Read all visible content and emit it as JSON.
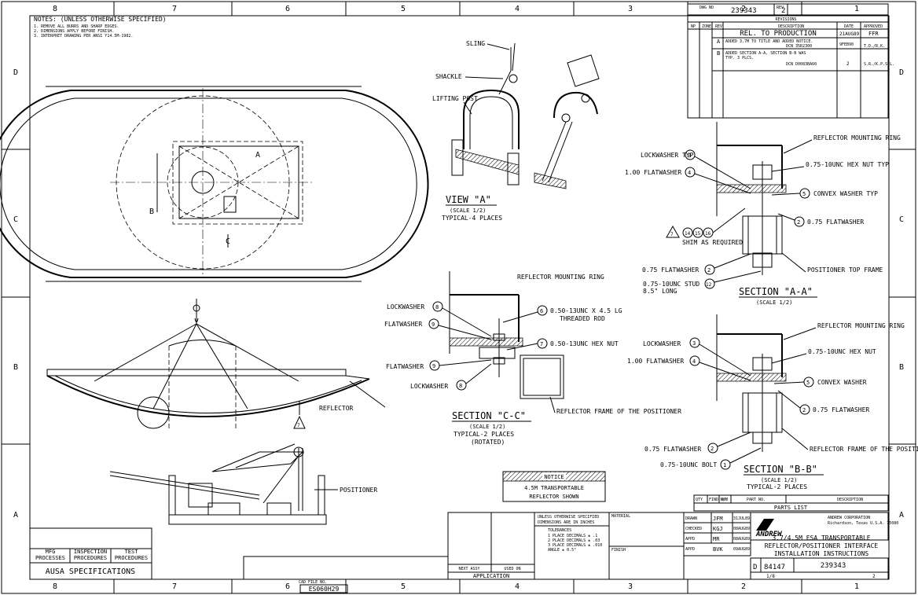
{
  "border": {
    "columns": [
      "8",
      "7",
      "6",
      "5",
      "4",
      "3",
      "2",
      "1"
    ],
    "rows": [
      "D",
      "C",
      "B",
      "A"
    ]
  },
  "notes": {
    "heading": "NOTES: (UNLESS OTHERWISE SPECIFIED)",
    "items": [
      "1. REMOVE ALL BURRS AND SHARP EDGES.",
      "2. DIMENSIONS APPLY BEFORE FINISH.",
      "3. INTERPRET DRAWING PER ANSI Y14.5M-1982."
    ]
  },
  "revisions": {
    "top_label": "DWG NO",
    "dwg_no": "239343",
    "rev_label": "REV",
    "rev": "2",
    "table_title": "REVISIONS",
    "headers": [
      "NP",
      "ZONE",
      "REV",
      "DESCRIPTION",
      "DATE",
      "APPROVED"
    ],
    "rows": [
      {
        "rev": "",
        "desc": "REL. TO PRODUCTION",
        "date": "21AUG89",
        "appr": "FFR"
      },
      {
        "rev": "A",
        "desc": "ADDED 3.7M TO TITLE AND ADDED NOTICE.",
        "desc2": "DCN 35R2300",
        "date": "9FEB90",
        "appr": "T.D./R.K."
      },
      {
        "rev": "B",
        "desc": "ADDED SECTION A-A, SECTION B-B WAS",
        "desc2": "TYP. 3 PLCS.",
        "desc3": "DCN D0083BA60",
        "date": "2",
        "appr": "S.R./K.P.S.L."
      }
    ]
  },
  "view_a": {
    "title": "VIEW \"A\"",
    "scale": "(SCALE 1/2)",
    "note": "TYPICAL-4 PLACES",
    "labels": {
      "sling": "SLING",
      "shackle": "SHACKLE",
      "lifting_post": "LIFTING POST"
    }
  },
  "section_aa": {
    "title": "SECTION \"A-A\"",
    "scale": "(SCALE 1/2)",
    "labels": {
      "lockwasher": "LOCKWASHER TYP",
      "flatwasher100": "1.00 FLATWASHER",
      "shim": "SHIM AS REQUIRED",
      "flatwasher075": "0.75 FLATWASHER",
      "stud": "0.75-10UNC STUD",
      "stud_len": "8.5\" LONG",
      "reflector_ring": "REFLECTOR MOUNTING RING",
      "hexnut": "0.75-10UNC HEX NUT TYP",
      "convex": "CONVEX WASHER TYP",
      "flatwasher075r": "0.75 FLATWASHER",
      "positioner_top": "POSITIONER TOP FRAME"
    },
    "callouts": {
      "lock": "3",
      "flat100": "4",
      "shim1": "14",
      "shim2": "15",
      "shim3": "16",
      "flat075": "2",
      "stud": "12",
      "convex": "5",
      "flat075r": "2",
      "tri": "7"
    }
  },
  "section_bb": {
    "title": "SECTION \"B-B\"",
    "scale": "(SCALE 1/2)",
    "note": "TYPICAL-2 PLACES",
    "labels": {
      "lockwasher": "LOCKWASHER",
      "flatwasher100": "1.00 FLATWASHER",
      "flatwasher075": "0.75 FLATWASHER",
      "bolt": "0.75-10UNC BOLT",
      "reflector_ring": "REFLECTOR MOUNTING RING",
      "hexnut": "0.75-10UNC HEX NUT",
      "convex": "CONVEX WASHER",
      "flatwasher075r": "0.75 FLATWASHER",
      "frame": "REFLECTOR FRAME OF THE POSITIONER"
    },
    "callouts": {
      "lock": "3",
      "flat100": "4",
      "flat075": "2",
      "bolt": "1",
      "convex": "5",
      "flat075r": "2"
    }
  },
  "section_cc": {
    "title": "SECTION \"C-C\"",
    "scale": "(SCALE 1/2)",
    "note1": "TYPICAL-2 PLACES",
    "note2": "(ROTATED)",
    "labels": {
      "reflector_ring": "REFLECTOR MOUNTING RING",
      "lockwasher": "LOCKWASHER",
      "flatwasher": "FLATWASHER",
      "flatwasher2": "FLATWASHER",
      "lockwasher2": "LOCKWASHER",
      "rod": "0.50-13UNC X 4.5 LG",
      "rod2": "THREADED ROD",
      "hexnut": "0.50-13UNC HEX NUT",
      "frame": "REFLECTOR FRAME OF THE POSITIONER"
    },
    "callouts": {
      "lock": "8",
      "flat": "9",
      "flat2": "9",
      "lock2": "8",
      "rod": "6",
      "hexnut": "7"
    }
  },
  "main_view": {
    "reflector": "REFLECTOR",
    "positioner": "POSITIONER",
    "section_b": "B",
    "section_a": "A",
    "section_c": "C",
    "tri": "7"
  },
  "notice_box": {
    "title": "NOTICE",
    "line1": "4.5M TRANSPORTABLE",
    "line2": "REFLECTOR SHOWN"
  },
  "specs_box": {
    "cols": [
      "MFG PROCESSES",
      "INSPECTION PROCEDURES",
      "TEST PROCEDURES"
    ],
    "title": "AUSA SPECIFICATIONS"
  },
  "title_block": {
    "tolerance_head": "UNLESS OTHERWISE SPECIFIED",
    "tolerance_sub": "DIMENSIONS ARE IN INCHES",
    "tolerances_label": "TOLERANCES",
    "tol": [
      "1 PLACE DECIMALS ± .1",
      "2 PLACE DECIMALS ± .03",
      "3 PLACE DECIMALS ± .010",
      "ANGLE ± 0.5°"
    ],
    "material": "MATERIAL",
    "finish": "FINISH",
    "next_assy": "NEXT ASSY",
    "used_on": "USED ON",
    "application": "APPLICATION",
    "signoffs": [
      {
        "role": "DRAWN",
        "name": "JFM",
        "date": "31JUL89"
      },
      {
        "role": "CHECKED",
        "name": "KGJ",
        "date": "08AUG89"
      },
      {
        "role": "APPD",
        "name": "MR",
        "date": "08AUG89"
      },
      {
        "role": "APPD",
        "name": "BVK",
        "date": "09AUG89"
      }
    ],
    "company": "ANDREW CORPORATION",
    "company_addr": "Richardson, Texas U.S.A. 75080",
    "logo": "ANDREW",
    "title1": "3.7/4.5M ESA TRANSPORTABLE",
    "title2": "REFLECTOR/POSITIONER INTERFACE",
    "title3": "INSTALLATION INSTRUCTIONS",
    "size": "D",
    "code": "84147",
    "dwg_no": "239343",
    "scale": "1/8",
    "sheet": "2",
    "file_label": "CAD FILE NO.",
    "file_no": "ES060H29"
  },
  "parts_list": {
    "title": "PARTS LIST",
    "headers": [
      "QTY",
      "FIND NO.",
      "U/M",
      "PART NO.",
      "DESCRIPTION"
    ]
  }
}
